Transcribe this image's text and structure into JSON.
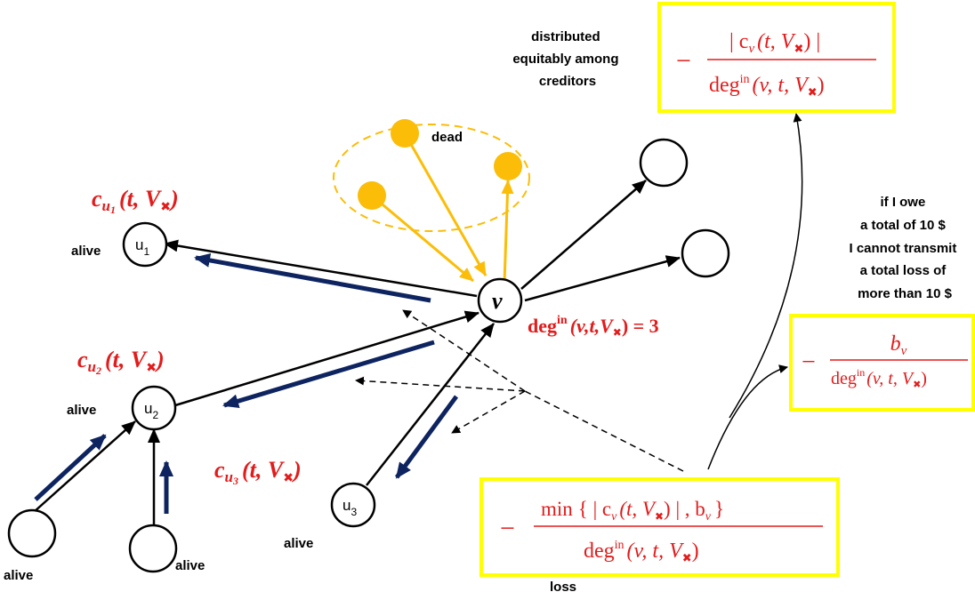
{
  "labels": {
    "distributed": [
      "distributed",
      "equitably among",
      "creditors"
    ],
    "dead": "dead",
    "alive": "alive",
    "loss": "loss",
    "owe": [
      "if I owe",
      "a total of 10 $",
      "I cannot transmit",
      "a total loss of",
      "more than 10 $"
    ]
  },
  "nodes": {
    "v": "v",
    "u1": "u",
    "u1_sub": "1",
    "u2": "u",
    "u2_sub": "2",
    "u3": "u",
    "u3_sub": "3"
  },
  "formulas": {
    "c_letter": "c",
    "u_letter": "u",
    "sub1": "1",
    "sub2": "2",
    "sub3": "3",
    "arg_t": "(t, V",
    "close": ")",
    "x": "✖",
    "deg_main_prefix": "deg",
    "deg_sup": "in",
    "deg_main_args": "(v,t,V",
    "deg_main_suffix": ") = 3",
    "box_top_num": "| c",
    "box_top_num_sub": "v",
    "box_top_num_rest": "(t, V",
    "box_top_num_end": ") |",
    "minus": "−",
    "den_prefix": "deg",
    "den_sup": "in",
    "den_args": "(v, t, V",
    "den_end": ")",
    "box_mid_num": "b",
    "box_mid_num_sub": "v",
    "box_bot_num_min": "min",
    "box_bot_num_open": "{ | c",
    "box_bot_num_sub": "v",
    "box_bot_num_rest": "(t, V",
    "box_bot_num_rest2": ") |  ,  b",
    "box_bot_num_sub2": "v",
    "box_bot_num_end": "}"
  },
  "colors": {
    "dead": "#fbbd08",
    "debt_arrow": "#0d2460",
    "box_border": "#ffff00",
    "formula": "#e31b1b"
  }
}
